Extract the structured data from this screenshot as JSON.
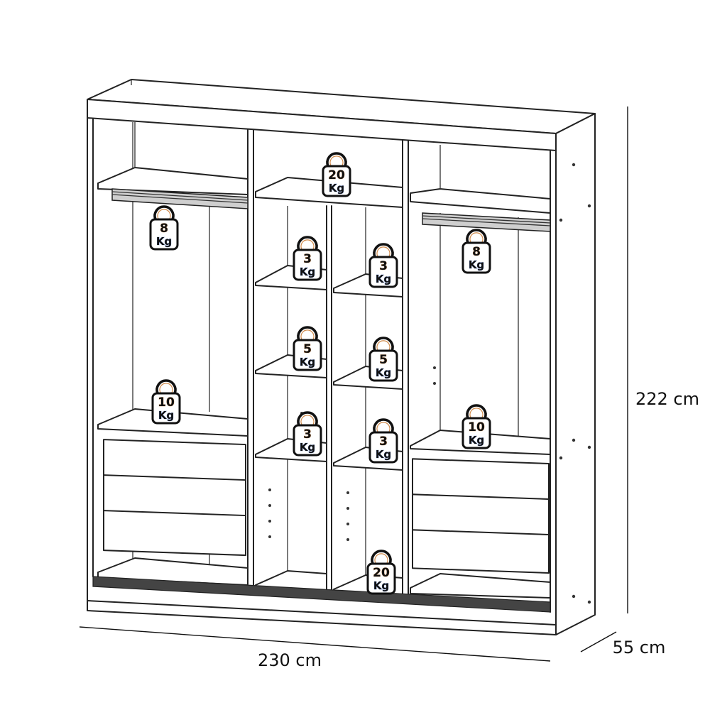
{
  "dimensions": {
    "width": "230 cm",
    "height": "222 cm",
    "depth": "55 cm"
  },
  "load_badges": [
    {
      "id": "top-middle-shelf",
      "value": "20",
      "unit": "Kg"
    },
    {
      "id": "left-hanging-rail",
      "value": "8",
      "unit": "Kg"
    },
    {
      "id": "right-hanging-rail",
      "value": "8",
      "unit": "Kg"
    },
    {
      "id": "center-left-shelf-1",
      "value": "3",
      "unit": "Kg"
    },
    {
      "id": "center-right-shelf-1",
      "value": "3",
      "unit": "Kg"
    },
    {
      "id": "center-left-shelf-2",
      "value": "5",
      "unit": "Kg"
    },
    {
      "id": "center-right-shelf-2",
      "value": "5",
      "unit": "Kg"
    },
    {
      "id": "center-left-shelf-3",
      "value": "3",
      "unit": "Kg"
    },
    {
      "id": "center-right-shelf-3",
      "value": "3",
      "unit": "Kg"
    },
    {
      "id": "left-drawer-top",
      "value": "10",
      "unit": "Kg"
    },
    {
      "id": "right-drawer-top",
      "value": "10",
      "unit": "Kg"
    },
    {
      "id": "bottom-middle",
      "value": "20",
      "unit": "Kg"
    }
  ]
}
